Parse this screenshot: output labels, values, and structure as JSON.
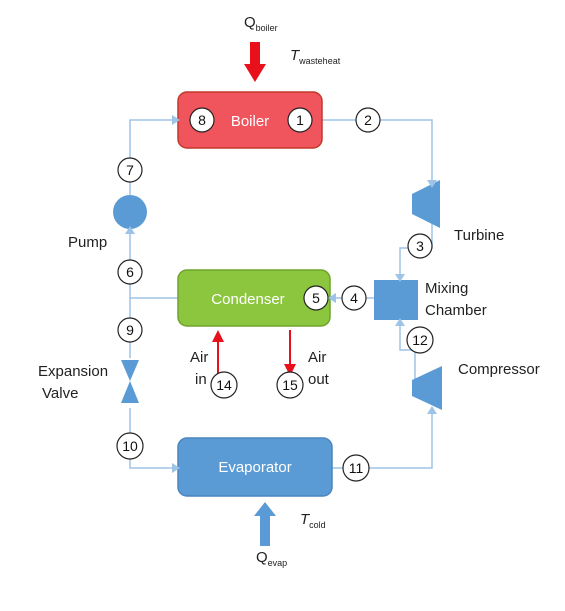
{
  "components": {
    "boiler": "Boiler",
    "condenser": "Condenser",
    "evaporator": "Evaporator",
    "pump": "Pump",
    "turbine": "Turbine",
    "mixing_line1": "Mixing",
    "mixing_line2": "Chamber",
    "compressor": "Compressor",
    "expansion_line1": "Expansion",
    "expansion_line2": "Valve"
  },
  "heat": {
    "q_boiler_main": "Q",
    "q_boiler_sub": "boiler",
    "t_waste_main": "T",
    "t_waste_sub": "wasteheat",
    "q_evap_main": "Q",
    "q_evap_sub": "evap",
    "t_cold_main": "T",
    "t_cold_sub": "cold"
  },
  "air": {
    "in_line1": "Air",
    "in_line2": "in",
    "out_line1": "Air",
    "out_line2": "out"
  },
  "nodes": [
    "1",
    "2",
    "3",
    "4",
    "5",
    "6",
    "7",
    "8",
    "9",
    "10",
    "11",
    "12",
    "14",
    "15"
  ],
  "colors": {
    "boiler_fill": "#f0545c",
    "boiler_stroke": "#c0392b",
    "condenser_fill": "#8cc63f",
    "condenser_stroke": "#6fa32b",
    "evaporator_fill": "#5b9bd5",
    "component_blue": "#5b9bd5",
    "pipe": "#9dc3e6",
    "heat_red": "#e8111b",
    "heat_blue": "#5b9bd5"
  }
}
